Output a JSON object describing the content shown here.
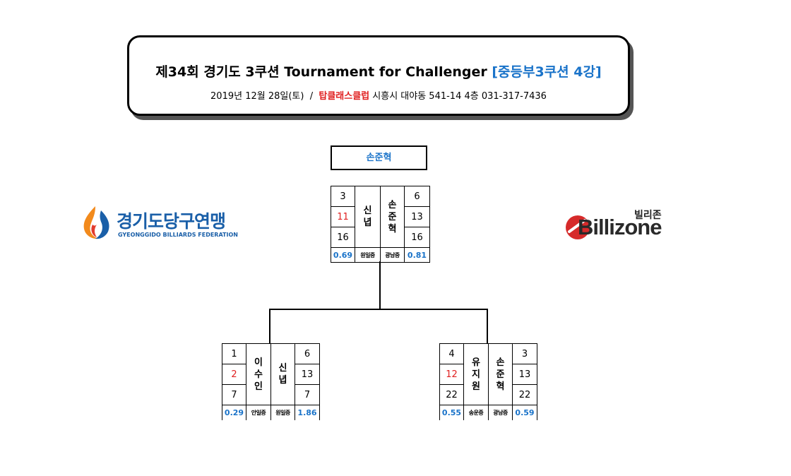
{
  "header": {
    "title_main": "제34회 경기도 3쿠션 Tournament for Challenger",
    "title_sub": "[중등부3쿠션 4강]",
    "date": "2019년 12월 28일(토)",
    "separator": "/",
    "venue": "탑클래스클럽",
    "address": "시흥시 대야동 541-14 4층 031-317-7436"
  },
  "winner": {
    "name": "손준혁"
  },
  "final": {
    "left": {
      "scores": [
        "3",
        "11",
        "16"
      ],
      "name": "신\n녑",
      "school": "원일중",
      "avg": "0.69"
    },
    "right": {
      "scores": [
        "6",
        "13",
        "16"
      ],
      "name": "손\n준\n혁",
      "school": "광남중",
      "avg": "0.81"
    }
  },
  "semi1": {
    "left": {
      "scores": [
        "1",
        "2",
        "7"
      ],
      "name": "이\n수\n인",
      "school": "안일중",
      "avg": "0.29"
    },
    "right": {
      "scores": [
        "6",
        "13",
        "7"
      ],
      "name": "신\n녑",
      "school": "원일중",
      "avg": "1.86"
    }
  },
  "semi2": {
    "left": {
      "scores": [
        "4",
        "12",
        "22"
      ],
      "name": "유\n지\n원",
      "school": "송운중",
      "avg": "0.55"
    },
    "right": {
      "scores": [
        "3",
        "13",
        "22"
      ],
      "name": "손\n준\n혁",
      "school": "광남중",
      "avg": "0.59"
    }
  },
  "logos": {
    "left_name": "경기도당구연맹",
    "left_sub": "GYEONGGIDO BILLIARDS FEDERATION",
    "right_kor": "빌리존",
    "right_name": "Billizone"
  },
  "colors": {
    "accent_blue": "#1a73c9",
    "accent_red": "#e02020"
  }
}
